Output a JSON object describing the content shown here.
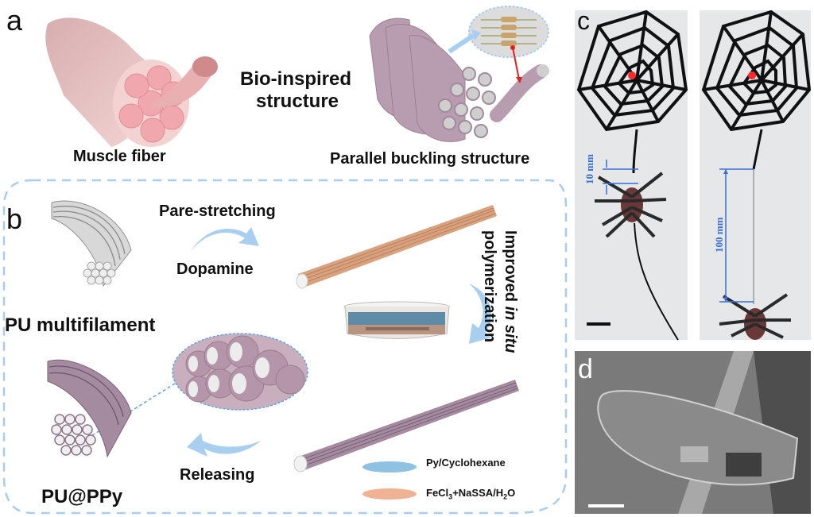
{
  "figure": {
    "panels": {
      "a": {
        "letter": "a",
        "left_label": "Muscle fiber",
        "center_label_line1": "Bio-inspired",
        "center_label_line2": "structure",
        "right_label": "Parallel buckling structure"
      },
      "b": {
        "letter": "b",
        "start_label": "PU multifilament",
        "step1_top": "Pare-stretching",
        "step1_bottom": "Dopamine",
        "step2_line1_prefix": "Improved ",
        "step2_line1_italic": "in situ",
        "step2_line2": "polymerization",
        "step3": "Releasing",
        "end_label": "PU@PPy",
        "legend": [
          {
            "label": "Py/Cyclohexane",
            "color": "#8fc1e3"
          },
          {
            "label_parts": [
              "FeCl",
              "3",
              "+NaSSA/H",
              "2",
              "O"
            ],
            "color": "#efb394"
          }
        ]
      },
      "c": {
        "letter": "c",
        "left_measure": "10 mm",
        "right_measure": "100 mm"
      },
      "d": {
        "letter": "d"
      }
    },
    "colors": {
      "dashed_border": "#a8cdee",
      "arrow": "#a9cff0",
      "muscle": "#e4b5b3",
      "fiber_purple": "#b79aad",
      "fiber_copper": "#d9a27f",
      "measure_blue": "#3a6fd8"
    }
  }
}
